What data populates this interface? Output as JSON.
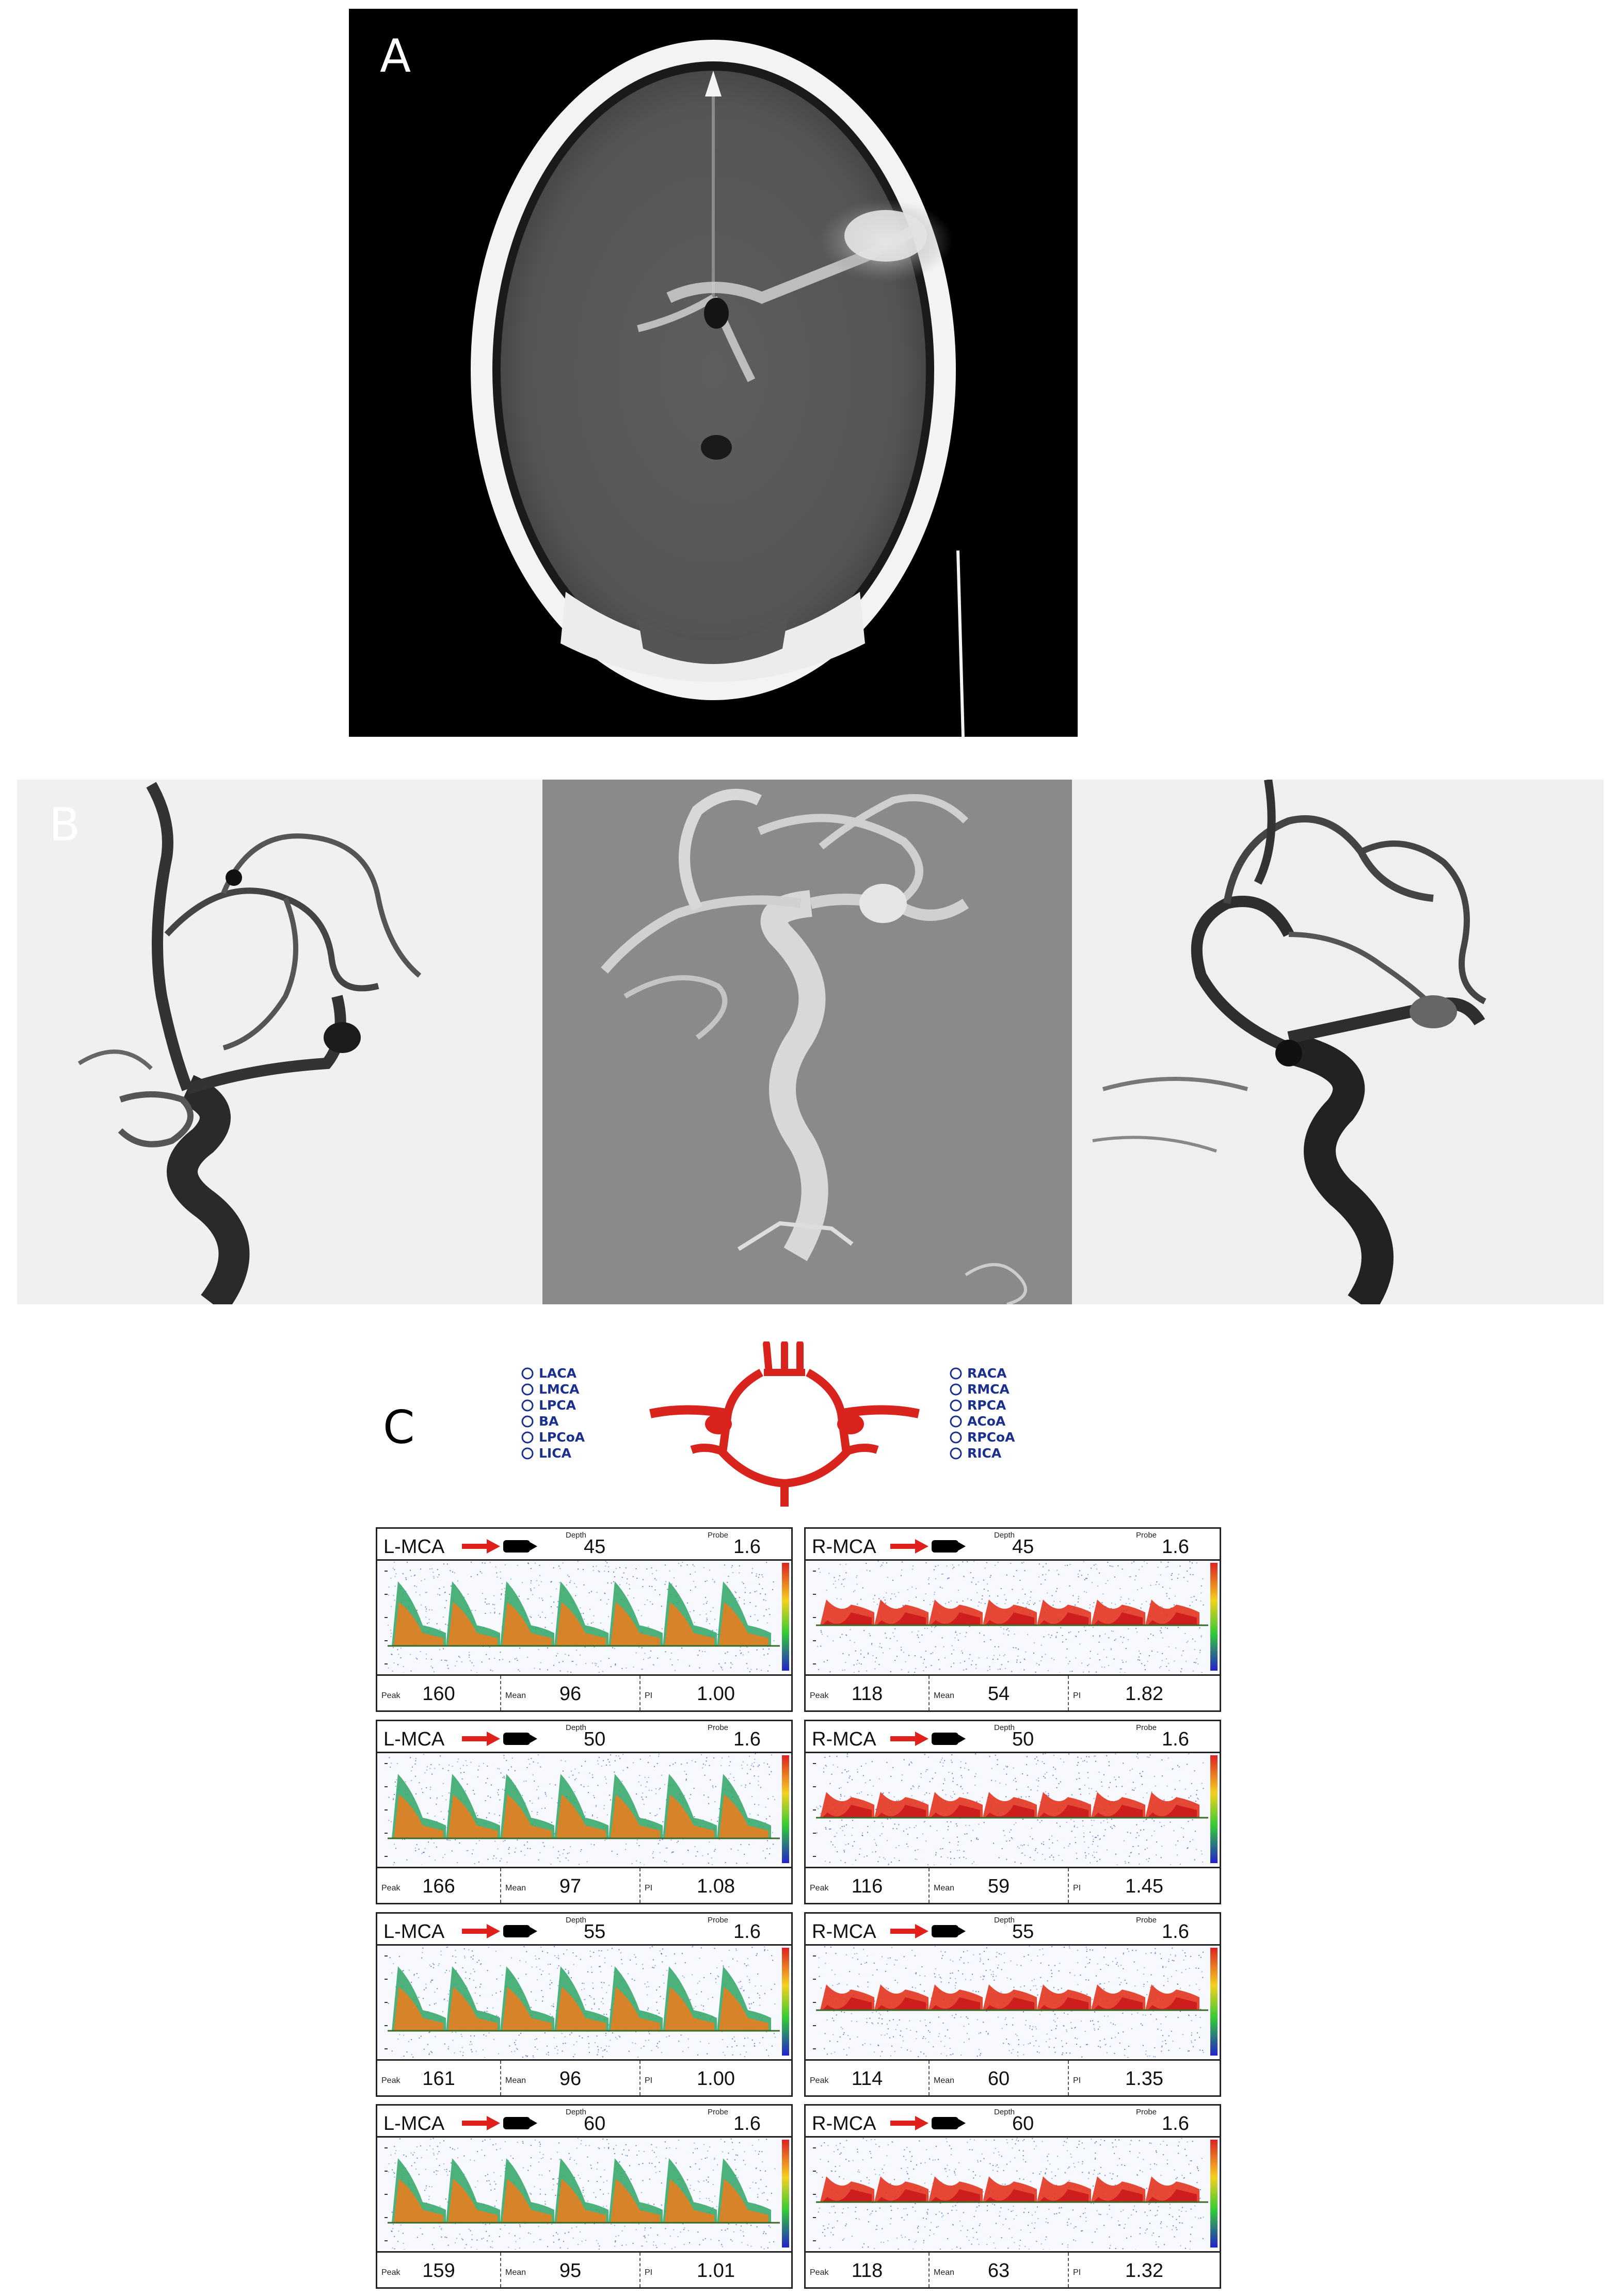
{
  "panel_labels": {
    "a": "A",
    "b": "B",
    "c": "C"
  },
  "legend_left": [
    "LACA",
    "LMCA",
    "LPCA",
    "BA",
    "LPCoA",
    "LICA"
  ],
  "legend_right": [
    "RACA",
    "RMCA",
    "RPCA",
    "ACoA",
    "RPCoA",
    "RICA"
  ],
  "tcd_header_labels": {
    "depth": "Depth",
    "probe": "Probe"
  },
  "tcd_footer_labels": {
    "peak": "Peak",
    "mean": "Mean",
    "pi": "PI"
  },
  "tcd_rows": [
    {
      "left": {
        "vessel": "L-MCA",
        "depth": "45",
        "probe": "1.6",
        "peak": "160",
        "mean": "96",
        "pi": "1.00"
      },
      "right": {
        "vessel": "R-MCA",
        "depth": "45",
        "probe": "1.6",
        "peak": "118",
        "mean": "54",
        "pi": "1.82"
      }
    },
    {
      "left": {
        "vessel": "L-MCA",
        "depth": "50",
        "probe": "1.6",
        "peak": "166",
        "mean": "97",
        "pi": "1.08"
      },
      "right": {
        "vessel": "R-MCA",
        "depth": "50",
        "probe": "1.6",
        "peak": "116",
        "mean": "59",
        "pi": "1.45"
      }
    },
    {
      "left": {
        "vessel": "L-MCA",
        "depth": "55",
        "probe": "1.6",
        "peak": "161",
        "mean": "96",
        "pi": "1.00"
      },
      "right": {
        "vessel": "R-MCA",
        "depth": "55",
        "probe": "1.6",
        "peak": "114",
        "mean": "60",
        "pi": "1.35"
      }
    },
    {
      "left": {
        "vessel": "L-MCA",
        "depth": "60",
        "probe": "1.6",
        "peak": "159",
        "mean": "95",
        "pi": "1.01"
      },
      "right": {
        "vessel": "R-MCA",
        "depth": "60",
        "probe": "1.6",
        "peak": "118",
        "mean": "63",
        "pi": "1.32"
      }
    }
  ],
  "colors": {
    "vessel_red": "#d8241c",
    "legend_blue": "#1b2f8f",
    "arrow_red": "#e0201a"
  }
}
